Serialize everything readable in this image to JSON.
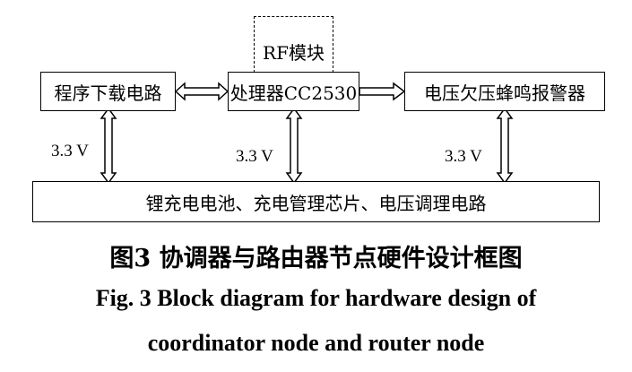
{
  "nodes": {
    "rf_module": "RF模块",
    "download_circuit": "程序下载电路",
    "processor": "处理器CC2530",
    "alarm": "电压欠压蜂鸣报警器",
    "power": "锂充电电池、充电管理芯片、电压调理电路"
  },
  "voltage_labels": [
    "3.3  V",
    "3.3  V",
    "3.3  V"
  ],
  "caption": {
    "cn": "图3  协调器与路由器节点硬件设计框图",
    "en_line1": "Fig. 3  Block diagram for hardware design of",
    "en_line2": "coordinator node and router node"
  }
}
